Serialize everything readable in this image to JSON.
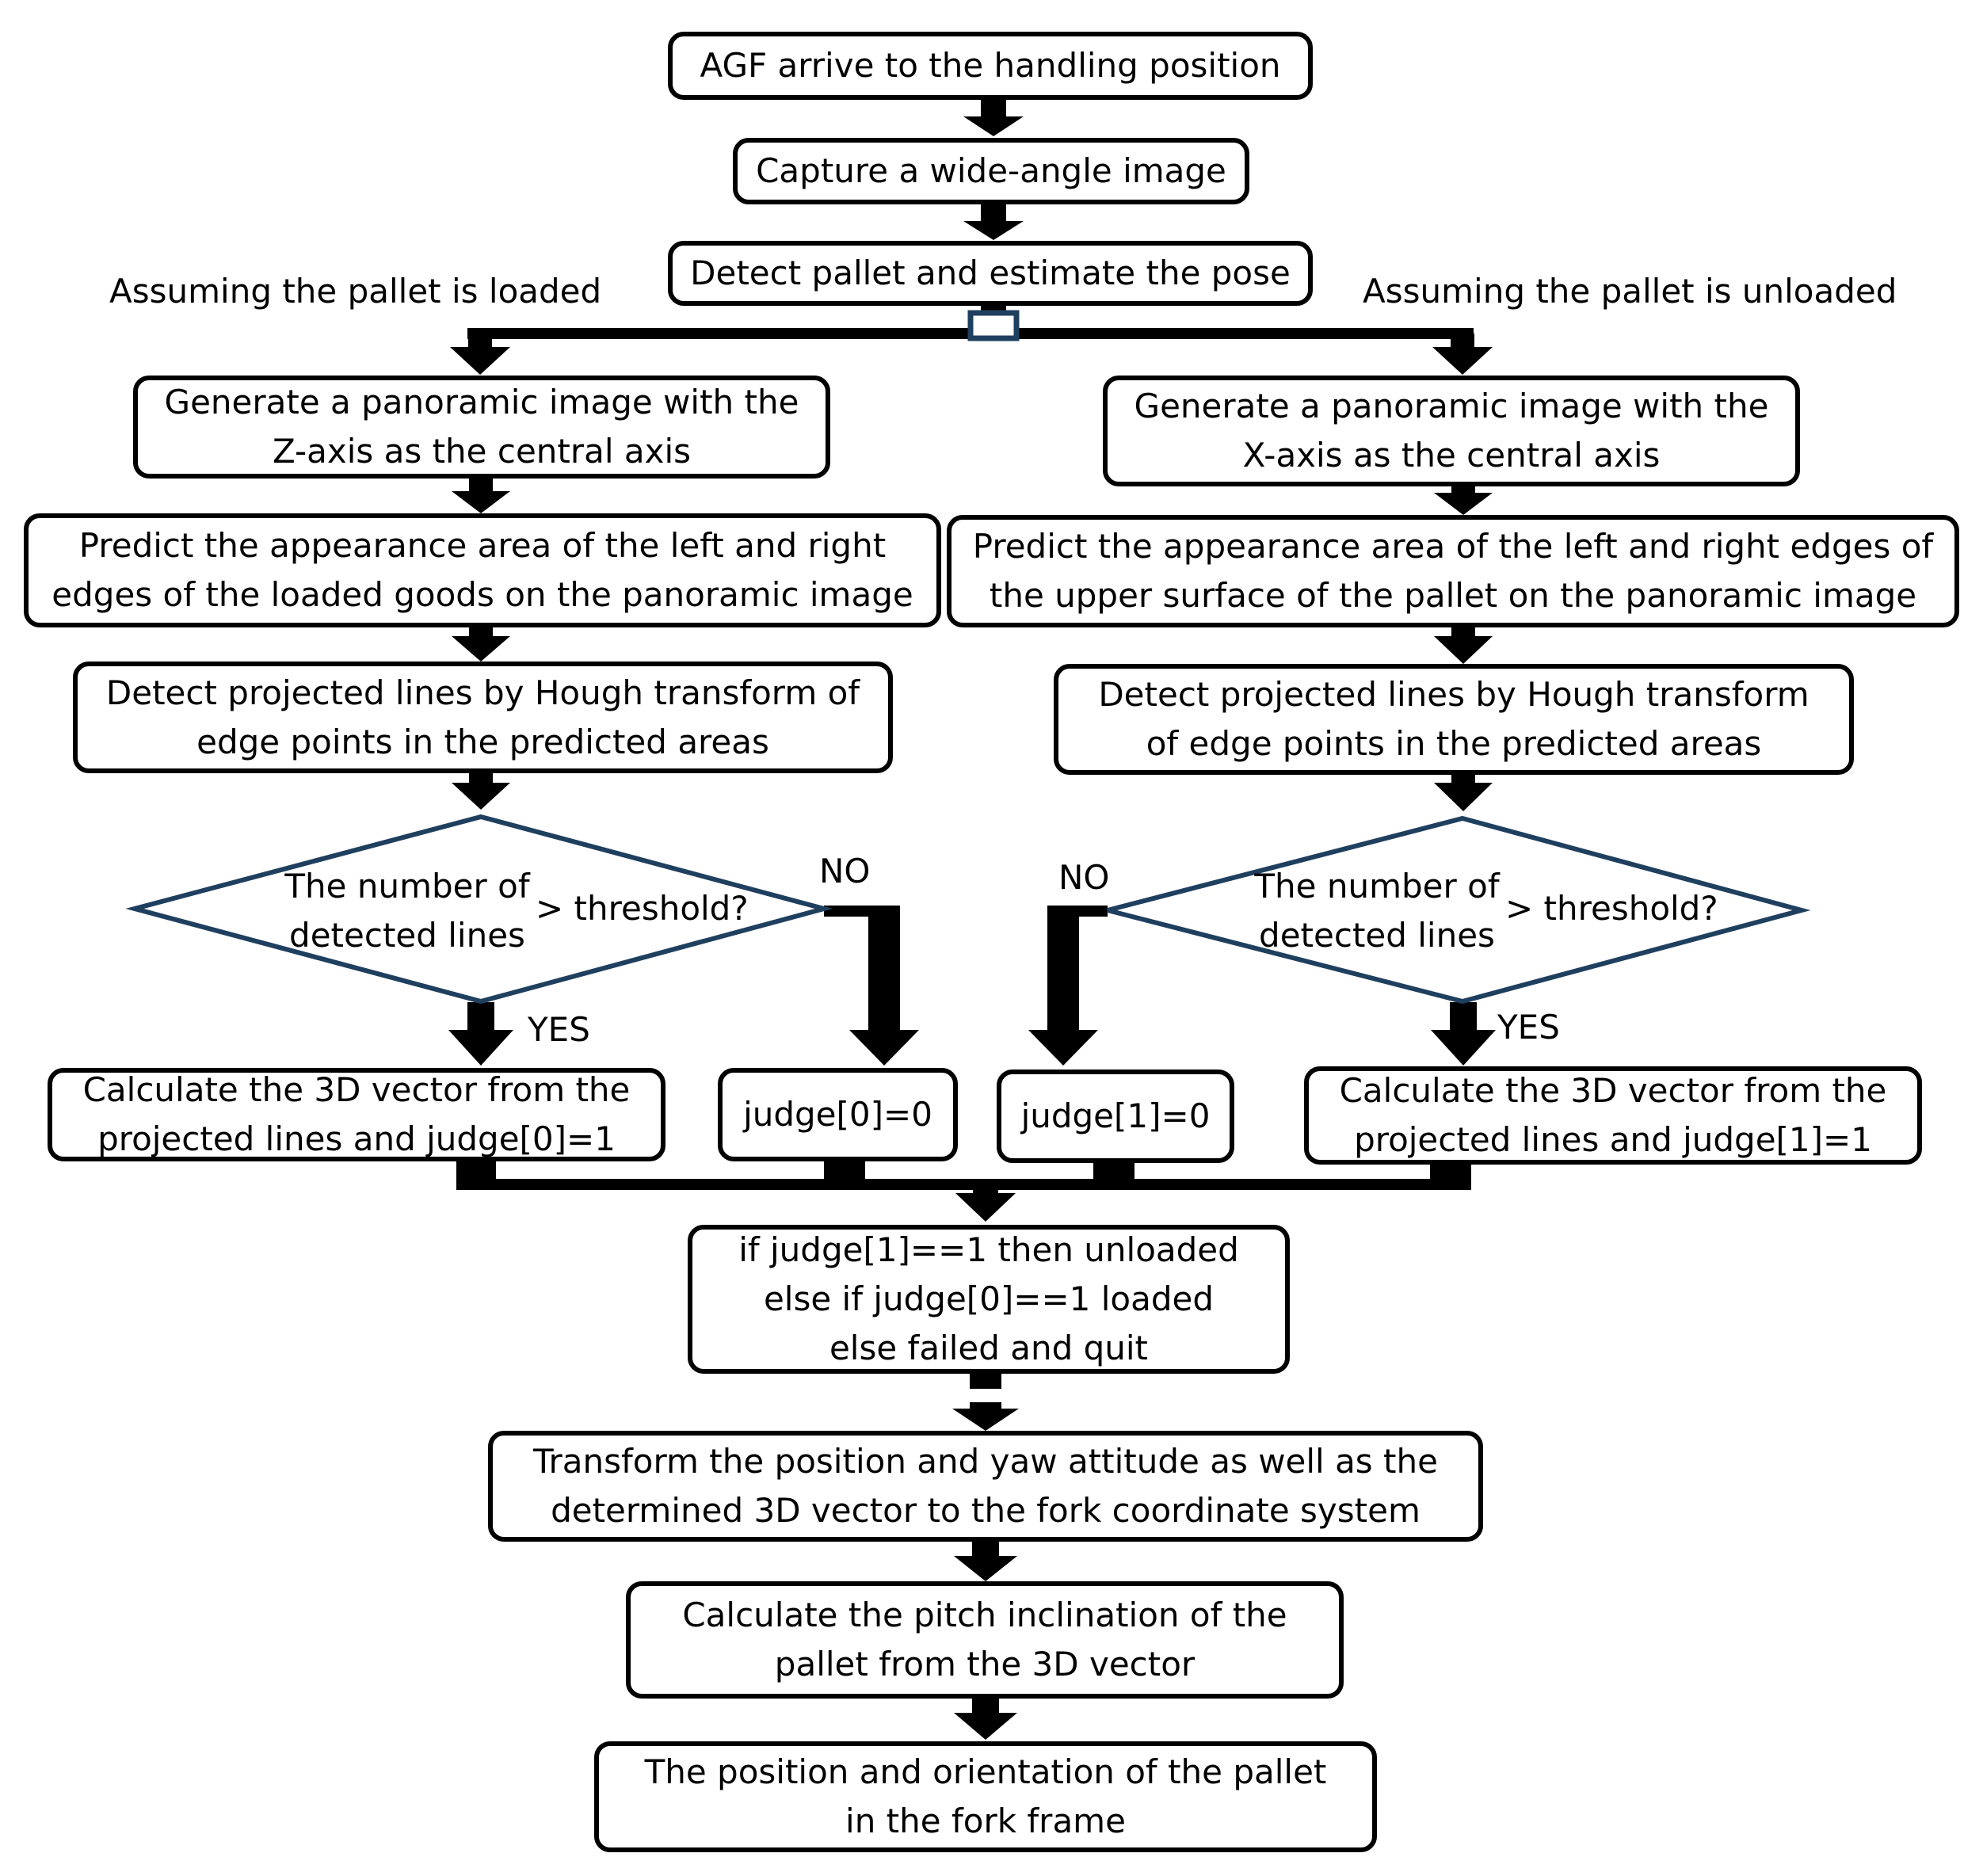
{
  "colors": {
    "box_border": "#000000",
    "diamond_border": "#1f3f5f",
    "arrow": "#000000",
    "splitter": "#1f3f5f",
    "background": "#ffffff"
  },
  "top": {
    "start": "AGF arrive to the handling position",
    "capture": "Capture a wide-angle image",
    "detect_pose": "Detect pallet and estimate the pose"
  },
  "branch_labels": {
    "loaded": "Assuming the pallet is loaded",
    "unloaded": "Assuming the pallet is unloaded"
  },
  "left": {
    "panoramic": [
      "Generate a panoramic image with the",
      "Z-axis as the central axis"
    ],
    "predict": [
      "Predict the appearance area of the left and right",
      "edges of the loaded goods on the panoramic image"
    ],
    "hough": [
      "Detect projected lines by Hough transform of",
      "edge points in the predicted areas"
    ],
    "decision_left": [
      "The number of",
      "detected lines"
    ],
    "decision_right": "> threshold?",
    "yes": "YES",
    "no": "NO",
    "calc": [
      "Calculate the 3D  vector from the",
      "projected lines and judge[0]=1"
    ],
    "judge": "judge[0]=0"
  },
  "right": {
    "panoramic": [
      "Generate a panoramic image with the",
      "X-axis as the central axis"
    ],
    "predict": [
      "Predict the appearance area of the left and right edges of",
      "the upper surface of the pallet on the panoramic image"
    ],
    "hough": [
      "Detect projected lines by Hough transform",
      "of edge points in the predicted areas"
    ],
    "decision_left": [
      "The number of",
      "detected lines"
    ],
    "decision_right": "> threshold?",
    "yes": "YES",
    "no": "NO",
    "judge": "judge[1]=0",
    "calc": [
      "Calculate the 3D  vector from the",
      "projected lines and judge[1]=1"
    ]
  },
  "bottom": {
    "decide": [
      "if judge[1]==1 then unloaded",
      "else if judge[0]==1 loaded",
      "else failed and quit"
    ],
    "transform": [
      "Transform the position and yaw attitude as well as the",
      "determined 3D vector to the fork coordinate system"
    ],
    "pitch": [
      "Calculate the pitch inclination of the",
      "pallet from the 3D vector"
    ],
    "result": [
      "The position and orientation of the pallet",
      "in the fork frame"
    ]
  }
}
